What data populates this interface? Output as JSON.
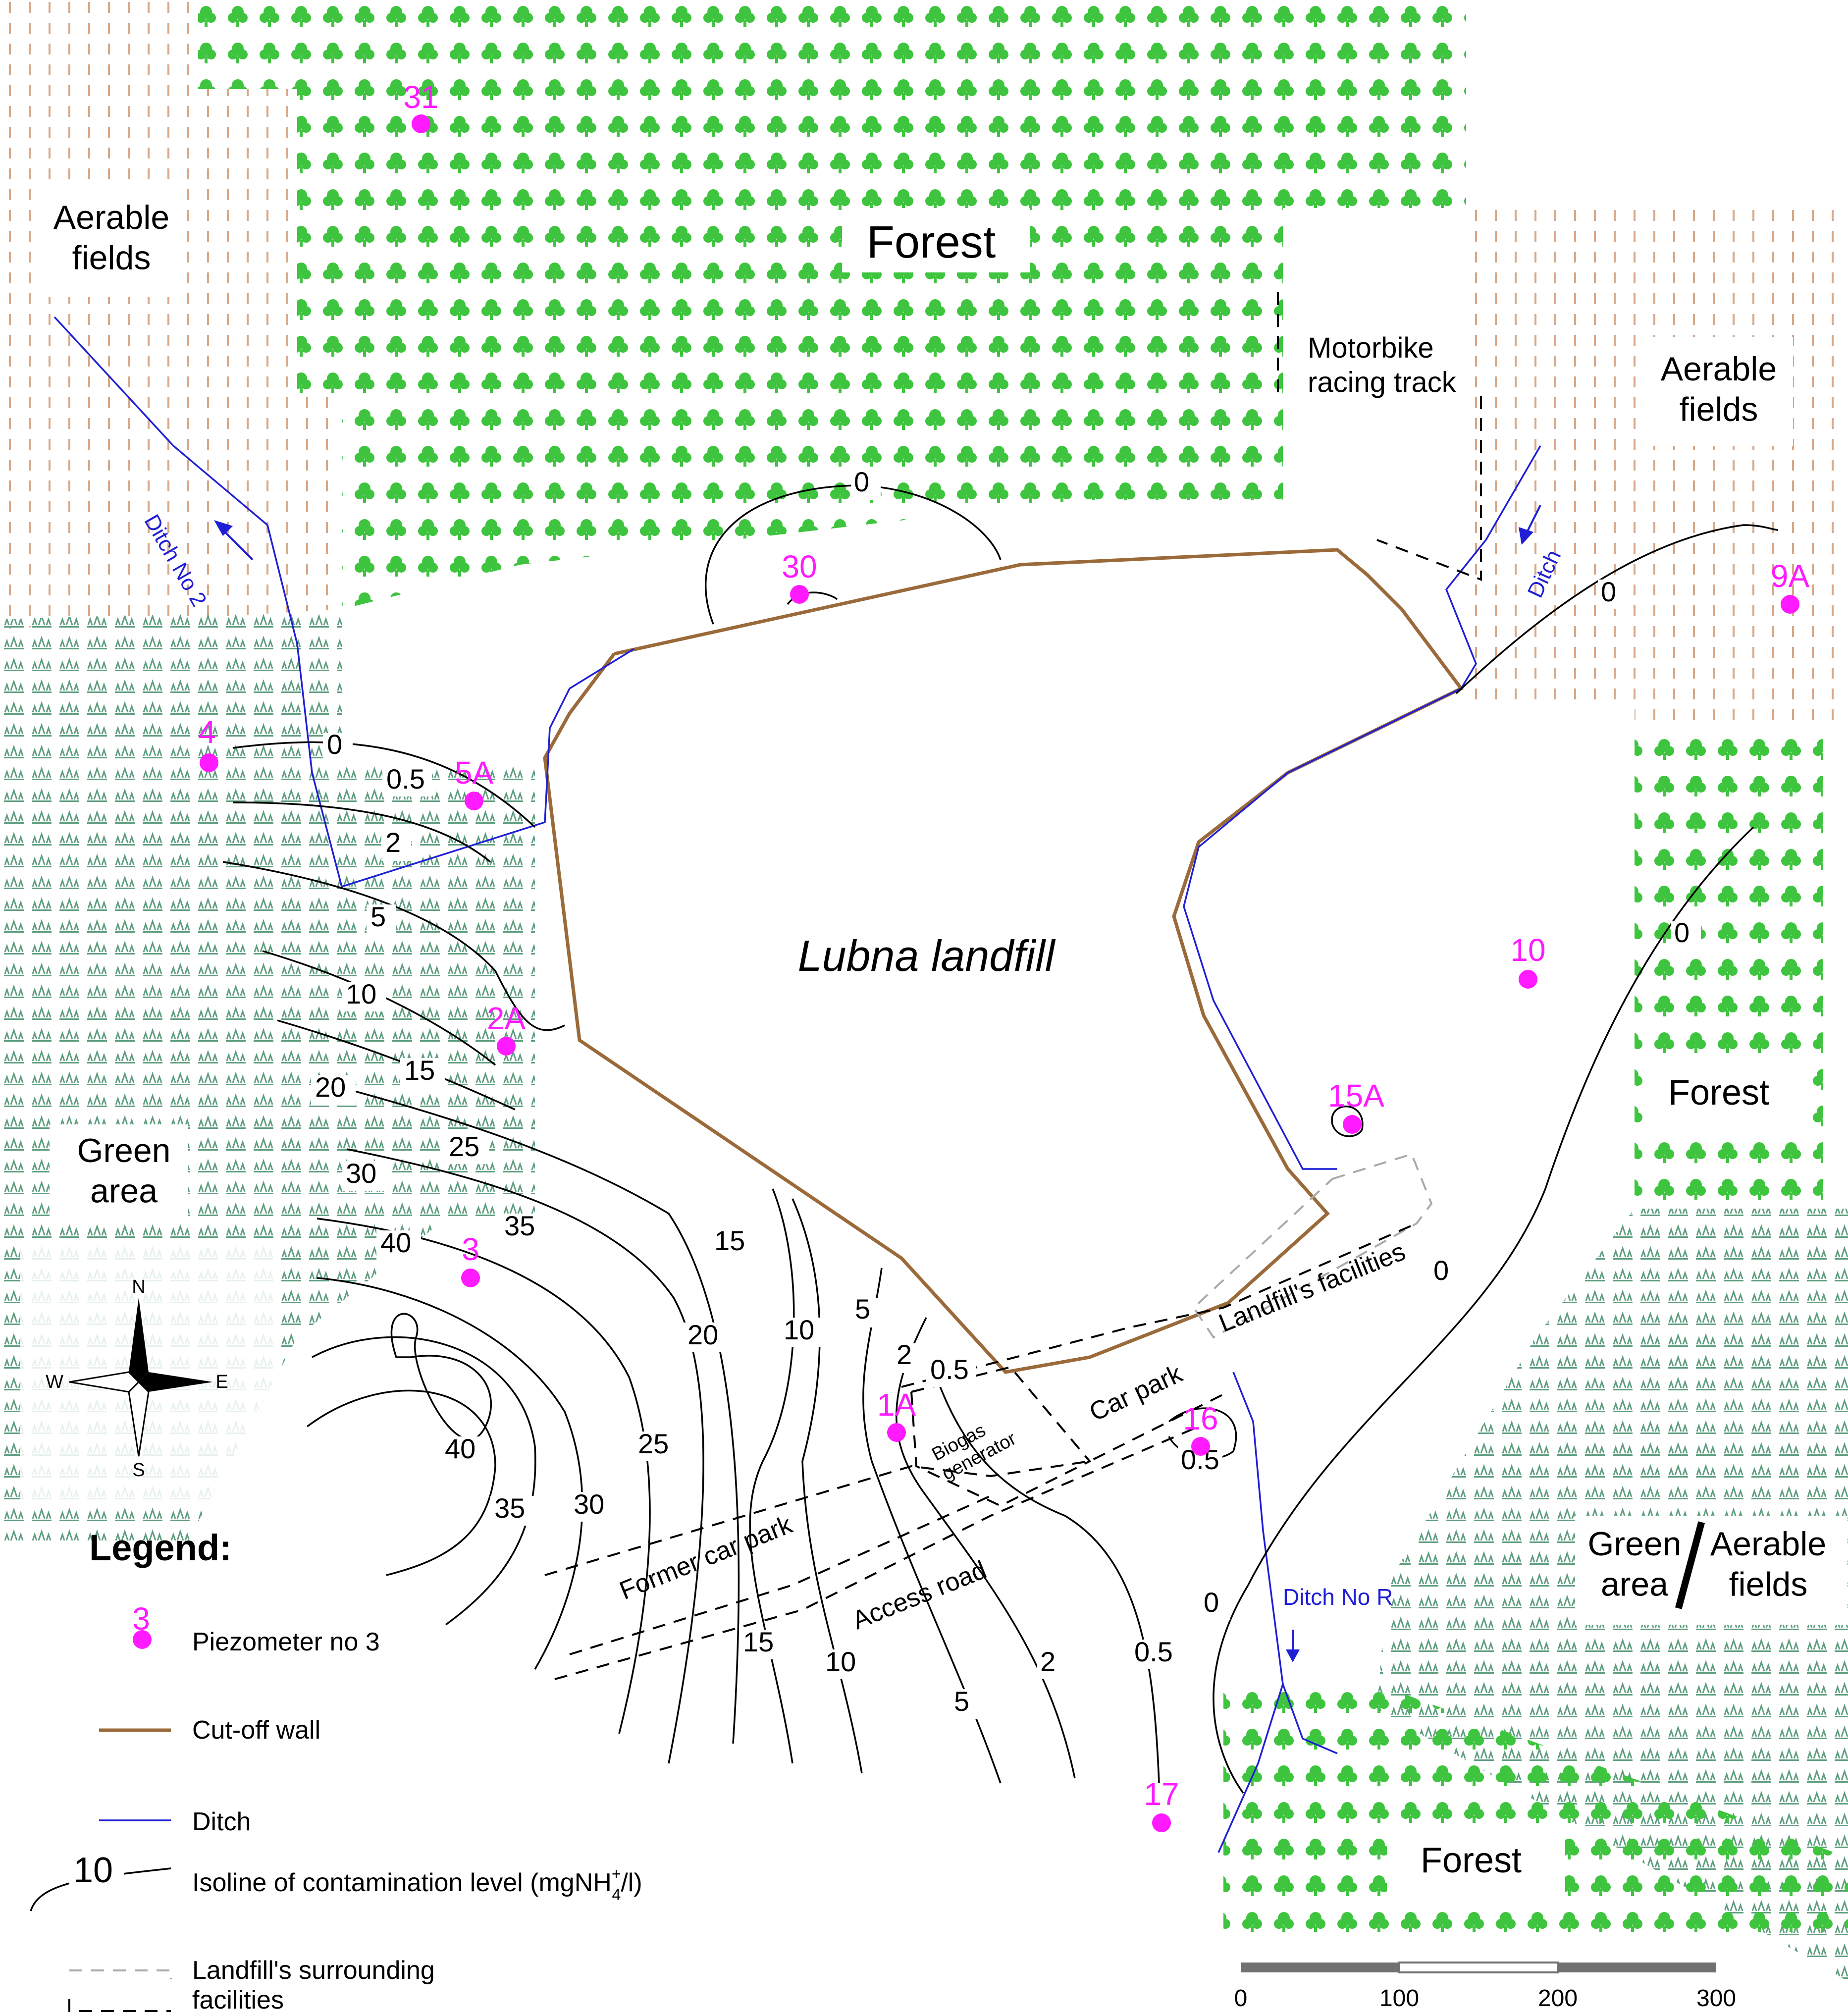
{
  "map": {
    "title": "Lubna landfill",
    "areas": {
      "aerable_nw": "Aerable fields",
      "forest_n": "Forest",
      "motorbike": "Motorbike racing track",
      "aerable_ne": "Aerable fields",
      "green_w": "Green area",
      "forest_e": "Forest",
      "forest_s": "Forest",
      "green_se": "Green area",
      "aerable_se": "Aerable fields"
    },
    "facilities": {
      "landfill_facilities": "Landfill's facilities",
      "car_park": "Car park",
      "biogas": "Biogas generator",
      "former_car_park": "Former car park",
      "access_road": "Access road"
    },
    "ditches": {
      "ditch_no2": "Ditch No 2",
      "ditch": "Ditch",
      "ditch_nor": "Ditch No R"
    },
    "piezometers": [
      "31",
      "30",
      "4",
      "5A",
      "2A",
      "3",
      "1A",
      "16",
      "15A",
      "10",
      "9A",
      "17"
    ],
    "isolines": [
      "0",
      "0.5",
      "2",
      "5",
      "10",
      "15",
      "20",
      "25",
      "30",
      "35",
      "40",
      "40",
      "35",
      "30",
      "25",
      "20",
      "15",
      "10",
      "5",
      "2",
      "0.5",
      "0",
      "0",
      "0",
      "0",
      "15",
      "10",
      "5",
      "2",
      "0.5",
      "0.5"
    ],
    "compass": {
      "n": "N",
      "s": "S",
      "w": "W",
      "e": "E"
    },
    "legend": {
      "title": "Legend:",
      "piezometer_num": "3",
      "piezometer": "Piezometer no 3",
      "cutoff": "Cut-off wall",
      "ditch": "Ditch",
      "isoline_sample": "10",
      "isoline": "Isoline of contamination level (mgNH",
      "isoline_sup": "+",
      "isoline_sub": "4",
      "isoline_end": "/l)",
      "facilities": "Landfill's surrounding facilities"
    },
    "scale": {
      "ticks": [
        "0",
        "100",
        "200",
        "300"
      ]
    },
    "colors": {
      "piezometer": "#ff1aff",
      "cutoff_wall": "#9a6a3a",
      "ditch": "#1f1fd6",
      "forest": "#3ec43e",
      "green_area": "#5f9e7f",
      "aerable": "#d8a888"
    }
  }
}
